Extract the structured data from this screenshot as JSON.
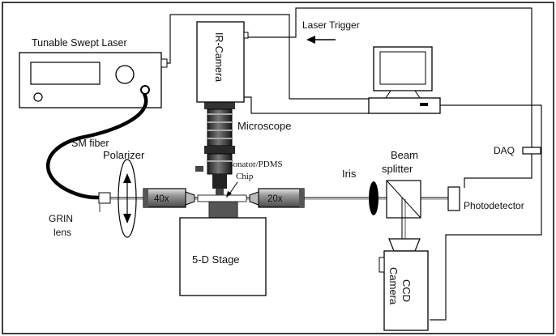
{
  "labels": {
    "tunable_laser": "Tunable Swept Laser",
    "ir_camera": "IR-Camera",
    "laser_trigger": "Laser Trigger",
    "microscope": "Microscope",
    "sm_fiber": "SM fiber",
    "polarizer": "Polarizer",
    "resonator_line1": "Resonator/PDMS",
    "resonator_line2": "Chip",
    "objective_left": "40x",
    "objective_right": "20x",
    "iris": "Iris",
    "beam_splitter_line1": "Beam",
    "beam_splitter_line2": "splitter",
    "daq": "DAQ",
    "photodetector": "Photodetector",
    "grin_line1": "GRIN",
    "grin_line2": "lens",
    "stage": "5-D Stage",
    "ccd_line1": "CCD",
    "ccd_line2": "Camera"
  },
  "icons": {
    "arrow": "left-arrow-icon"
  }
}
